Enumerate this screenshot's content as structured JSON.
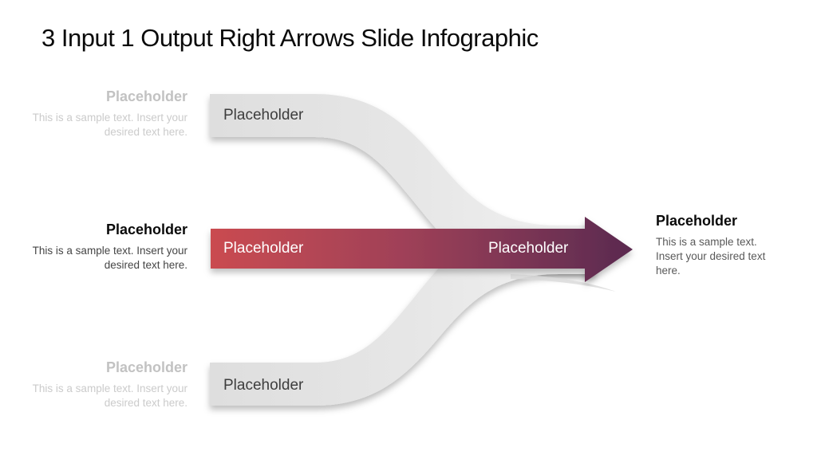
{
  "slide": {
    "title": "3 Input 1 Output Right Arrows Slide Infographic"
  },
  "colors": {
    "band_gray_start": "#dedede",
    "band_gray_mid": "#e7e7e7",
    "band_gray_end": "#f2f2f2",
    "arrow_start": "#ca4b50",
    "arrow_mid": "#a04158",
    "arrow_end": "#5a2a50"
  },
  "inputs": [
    {
      "heading": "Placeholder",
      "body": "This is a sample text. Insert your desired text here.",
      "band_label": "Placeholder"
    },
    {
      "heading": "Placeholder",
      "body": "This is a sample text. Insert your desired text here.",
      "band_label": "Placeholder"
    },
    {
      "heading": "Placeholder",
      "body": "This is a sample text. Insert your desired text here.",
      "band_label": "Placeholder"
    }
  ],
  "arrow": {
    "output_label": "Placeholder"
  },
  "output": {
    "heading": "Placeholder",
    "body": "This is a sample text. Insert your desired text here."
  }
}
